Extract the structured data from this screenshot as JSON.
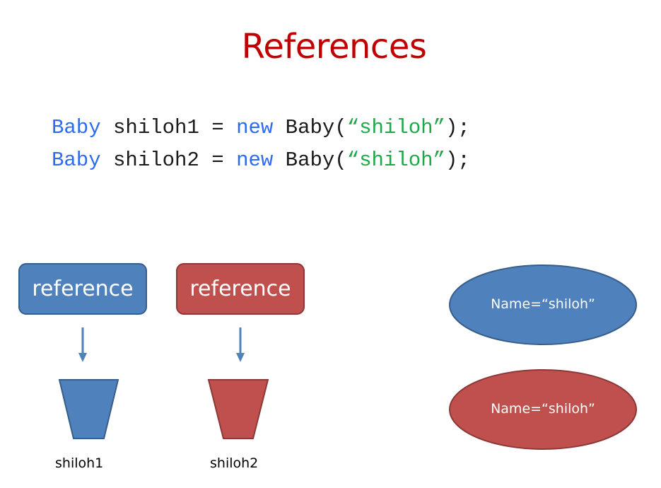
{
  "slide": {
    "title": "References",
    "code_lines": [
      {
        "type": "Baby",
        "var": " shiloh1 = ",
        "kw": "new",
        "ctor": " Baby(",
        "str": "“shiloh”",
        "end": ");"
      },
      {
        "type": "Baby",
        "var": " shiloh2 = ",
        "kw": "new",
        "ctor": " Baby(",
        "str": "“shiloh”",
        "end": ");"
      }
    ],
    "references": [
      {
        "label": "reference",
        "color": "#4f81bd",
        "variable": "shiloh1"
      },
      {
        "label": "reference",
        "color": "#c0504d",
        "variable": "shiloh2"
      }
    ],
    "objects": [
      {
        "label": "Name=“shiloh”",
        "color": "#4f81bd"
      },
      {
        "label": "Name=“shiloh”",
        "color": "#c0504d"
      }
    ],
    "colors": {
      "title": "#c00000",
      "keyword": "#2d6bf0",
      "string": "#1fa84a",
      "blue": "#4f81bd",
      "red": "#c0504d",
      "arrow": "#4f81bd"
    }
  }
}
